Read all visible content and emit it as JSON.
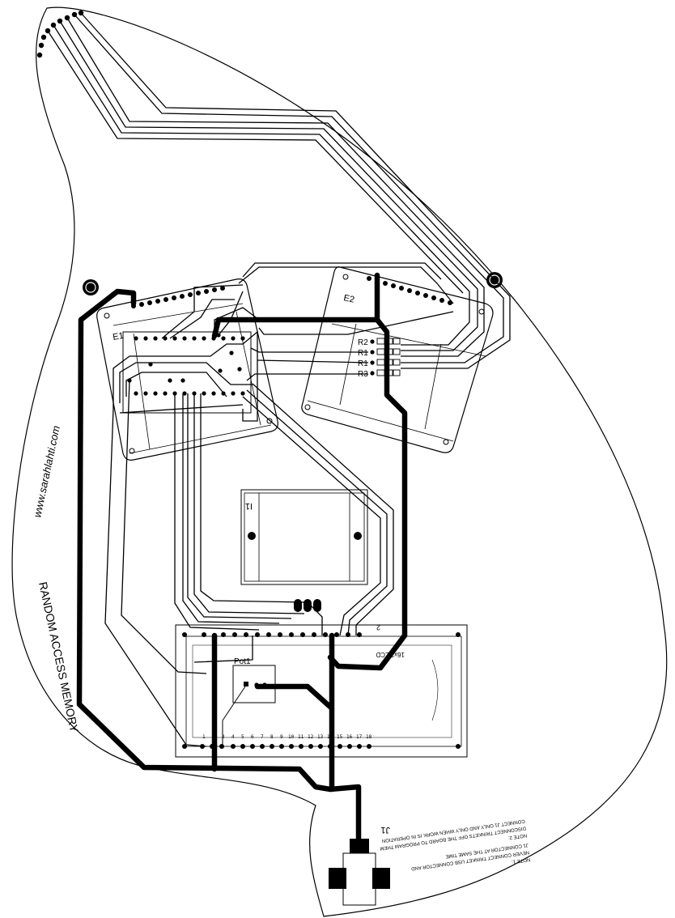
{
  "website": "www.sarahlahti.com",
  "title": "RANDOM ACCESS MEMORY",
  "components": {
    "e1": "E1",
    "e2": "E2",
    "r2": "R2",
    "r1a": "R1",
    "r1b": "R1",
    "r3": "R3",
    "ic": "I1",
    "pot": "Pot1",
    "display": "16x2 LCD",
    "display_ref": "2",
    "connector": "J1"
  },
  "lcd_pins": [
    "1",
    "2",
    "3",
    "4",
    "5",
    "6",
    "7",
    "8",
    "9",
    "10",
    "11",
    "12",
    "13",
    "14",
    "15",
    "16",
    "17",
    "18"
  ],
  "notes": [
    "NOTE 1:",
    "NEVER CONNECT TRINKET USB CONNECTOR AND",
    "J1 CONNECTOR AT THE SAME TIME",
    "NOTE 2:",
    "DISCONNECT TRINKETS OFF THE BOARD TO PROGRAM THEM",
    "CONNECT J1 ONLY AND ONLY WHEN WORK IS IN OPERATION"
  ],
  "colors": {
    "ink": "#000000",
    "board": "#ffffff"
  }
}
